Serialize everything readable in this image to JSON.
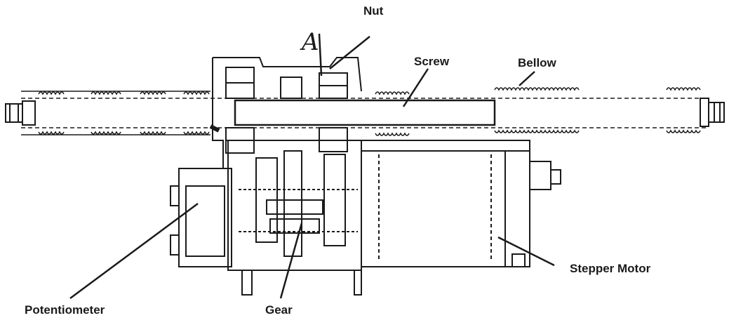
{
  "labels": {
    "nut": "Nut",
    "screw": "Screw",
    "bellow": "Bellow",
    "potentiometer": "Potentiometer",
    "gear": "Gear",
    "stepper_motor": "Stepper Motor",
    "section_marker": "A"
  },
  "colors": {
    "ink": "#1a1a1a",
    "paper": "#ffffff",
    "shade": "#555555"
  }
}
